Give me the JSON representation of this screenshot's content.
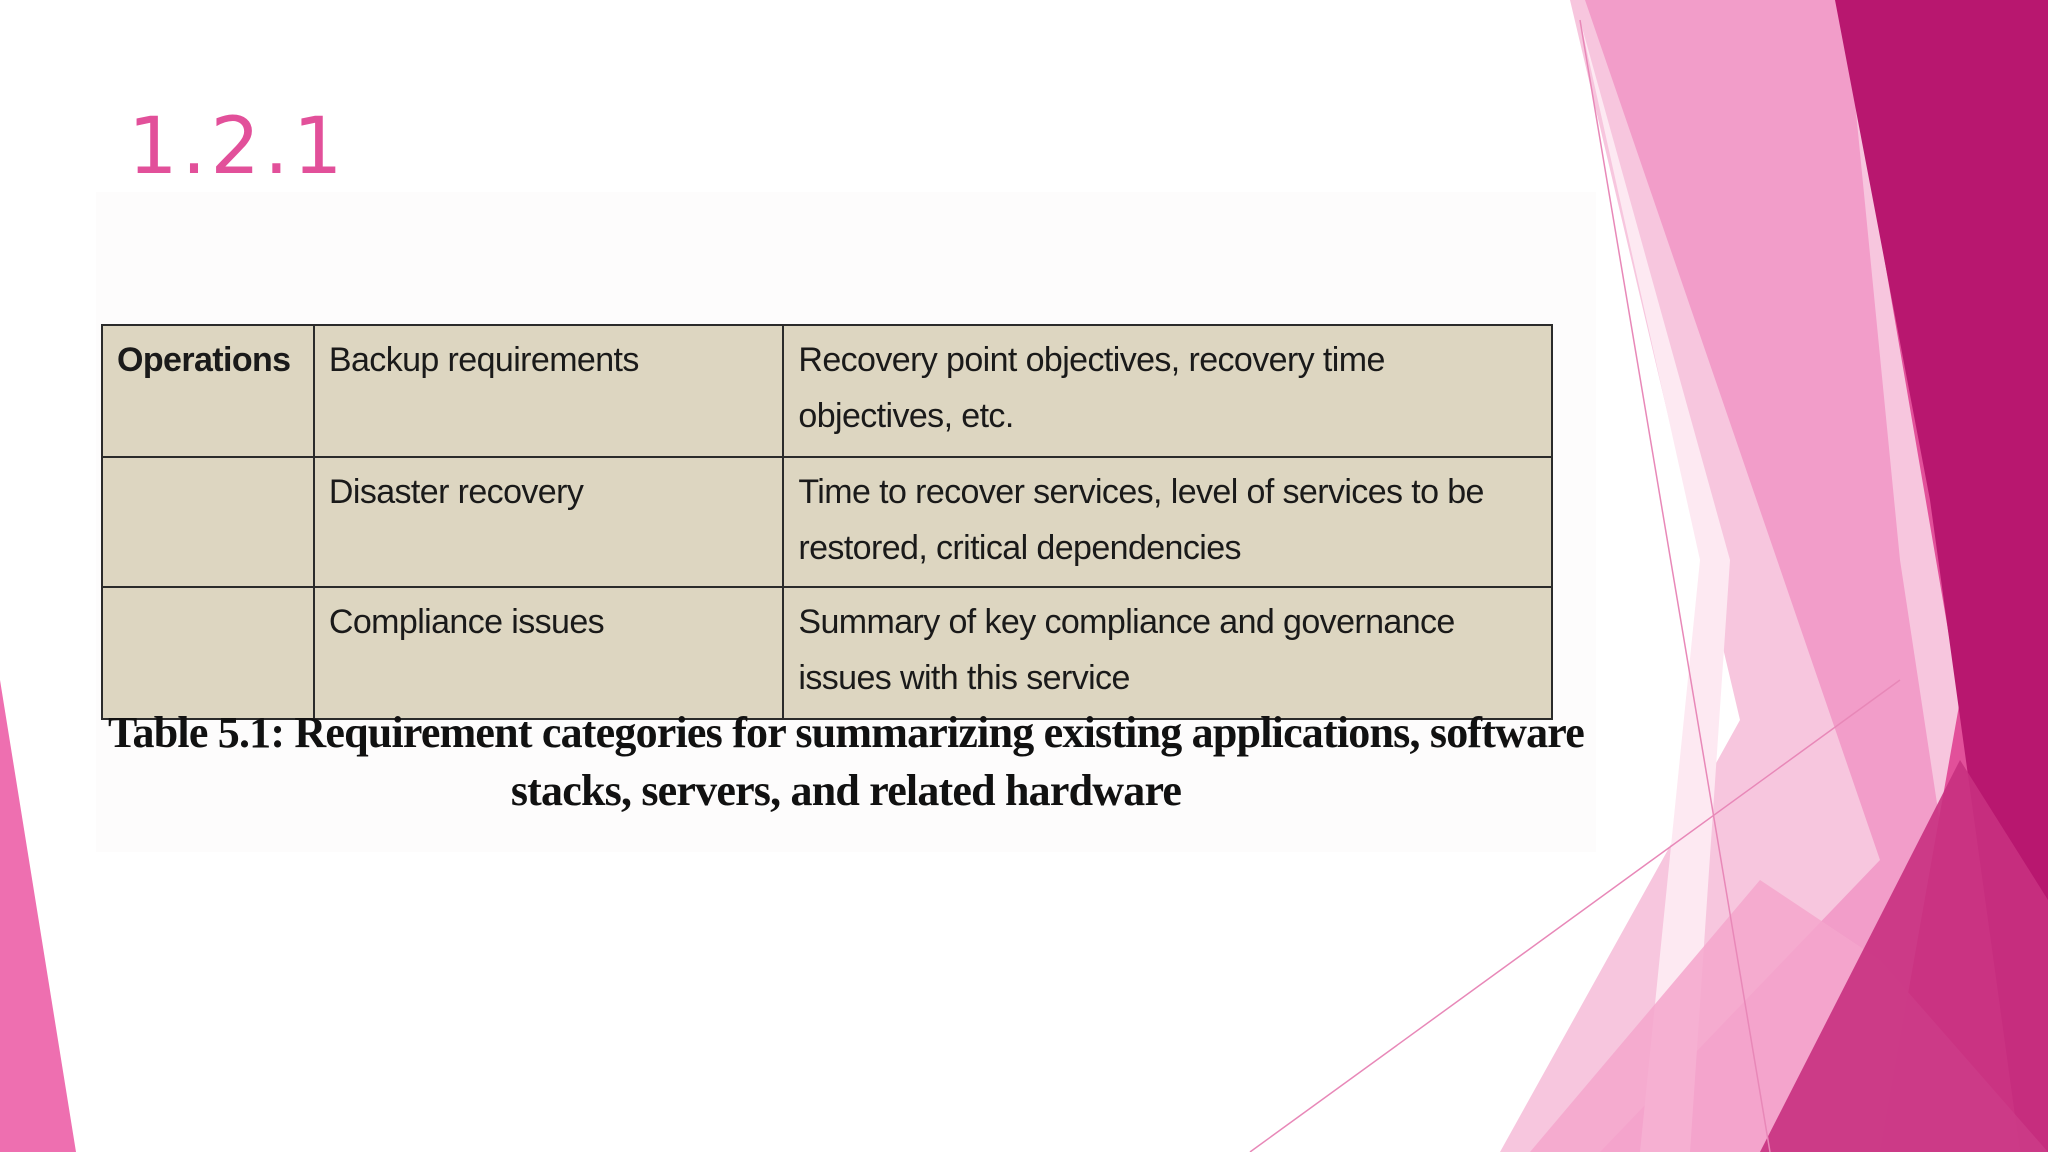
{
  "colors": {
    "title": "#e2509a",
    "accent_dark": "#b8176f",
    "accent_mid": "#e2509a",
    "accent_light": "#f4a6cd",
    "accent_pale": "#f9d3e6",
    "table_fill": "#ddd6c1"
  },
  "slide": {
    "title": "1.2.1"
  },
  "table": {
    "rows": [
      {
        "category": "Operations",
        "requirement": "Backup requirements",
        "description": "Recovery point objectives, recovery time objectives, etc."
      },
      {
        "category": "",
        "requirement": "Disaster recovery",
        "description": "Time to recover services, level of services to be restored, critical dependencies"
      },
      {
        "category": "",
        "requirement": "Compliance issues",
        "description": "Summary of key compliance and governance issues with this service"
      }
    ],
    "caption_line1": "Table 5.1: Requirement categories for summarizing existing applications, software",
    "caption_line2": "stacks, servers, and related hardware"
  }
}
